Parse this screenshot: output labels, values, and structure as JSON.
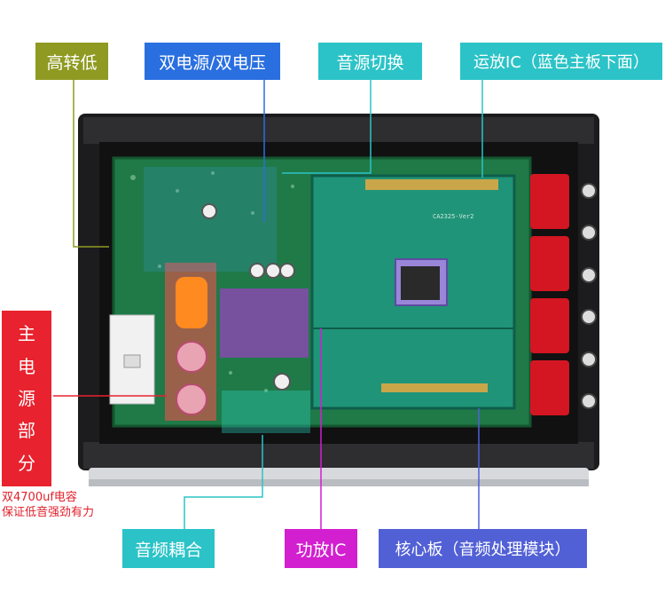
{
  "labels": {
    "high_convert": "高转低",
    "dual_power": "双电源/双电压",
    "source_switch": "音源切换",
    "opamp_ic": "运放IC（蓝色主板下面）",
    "main_power": [
      "主",
      "电",
      "源",
      "部",
      "分"
    ],
    "coupling": "音频耦合",
    "amp_ic": "功放IC",
    "core_board": "核心板（音频处理模块）"
  },
  "notes": {
    "line1": "双4700uf电容",
    "line2": "保证低音强劲有力"
  },
  "board": {
    "chip_marking": "CA2325-Ver2"
  },
  "colors": {
    "olive": "#8f9a22",
    "blue": "#2a6fe0",
    "cyan": "#2bc3c7",
    "red": "#e8222e",
    "magenta": "#d21fcf",
    "indigo": "#5260d6"
  }
}
